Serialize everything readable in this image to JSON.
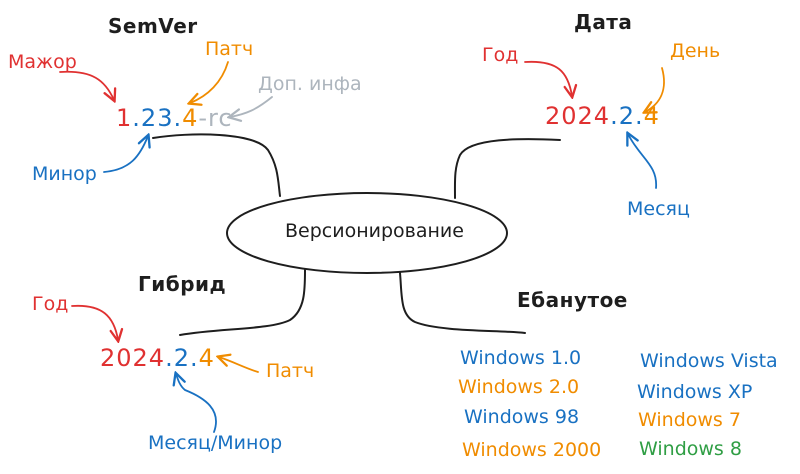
{
  "colors": {
    "major": "#e03131",
    "patch": "#f08c00",
    "minor": "#1971c2",
    "extra": "#adb5bd",
    "green": "#2f9e44",
    "ink": "#1e1e1e"
  },
  "center": {
    "label": "Версионирование"
  },
  "semver": {
    "title": "SemVer",
    "major_label": "Мажор",
    "patch_label": "Патч",
    "extra_label": "Доп. инфа",
    "minor_label": "Минор",
    "version": {
      "major": "1",
      "dot1": ".",
      "minor": "23",
      "dot2": ".",
      "patch": "4",
      "extra": "-rc"
    }
  },
  "date": {
    "title": "Дата",
    "year_label": "Год",
    "day_label": "День",
    "month_label": "Месяц",
    "version": {
      "year": "2024",
      "dot1": ".",
      "month": "2",
      "dot2": ".",
      "day": "4"
    }
  },
  "hybrid": {
    "title": "Гибрид",
    "year_label": "Год",
    "patch_label": "Патч",
    "month_label": "Месяц/Минор",
    "version": {
      "year": "2024",
      "dot1": ".",
      "month": "2",
      "dot2": ".",
      "patch": "4"
    }
  },
  "crazy": {
    "title": "Ебанутое",
    "left": [
      "Windows 1.0",
      "Windows 2.0",
      "Windows 98",
      "Windows 2000"
    ],
    "right": [
      "Windows Vista",
      "Windows XP",
      "Windows 7",
      "Windows 8"
    ]
  }
}
